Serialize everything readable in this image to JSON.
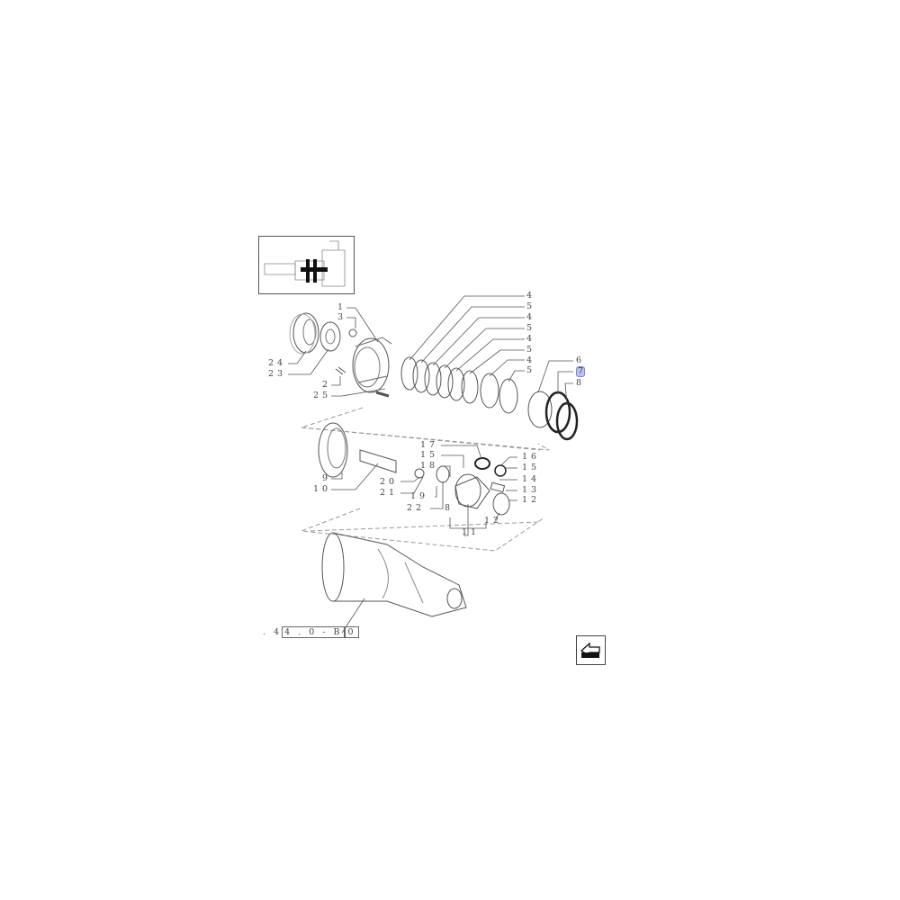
{
  "diagram": {
    "type": "exploded parts diagram",
    "subject": "differential / final drive assembly",
    "labels": {
      "l1": "1",
      "l3": "3",
      "l24": "24",
      "l23": "23",
      "l2": "2",
      "l25": "25",
      "l4a": "4",
      "l5a": "5",
      "l4b": "4",
      "l5b": "5",
      "l4c": "4",
      "l5c": "5",
      "l4d": "4",
      "l5d": "5",
      "l6": "6",
      "l7": "7",
      "l8": "8",
      "l9": "9",
      "l10": "10",
      "l17": "17",
      "l15a": "15",
      "l18a": "18",
      "l20": "20",
      "l21": "21",
      "l19": "19",
      "l22": "22",
      "l18b": "8",
      "l16": "16",
      "l15b": "15",
      "l14": "14",
      "l13": "13",
      "l12a": "12",
      "l12b": "12",
      "l11": "11"
    },
    "highlighted_label": "7",
    "reference": {
      "prefix": ". 4",
      "code": "4 . 0 - B",
      "suffix": "0"
    },
    "colors": {
      "line": "#555555",
      "highlight_fill": "#b9c3f2",
      "highlight_border": "#7a88d8"
    }
  },
  "thumbnail": {
    "icon": "assembly-overview-thumbnail"
  },
  "nav": {
    "icon": "arrow-back-icon"
  }
}
